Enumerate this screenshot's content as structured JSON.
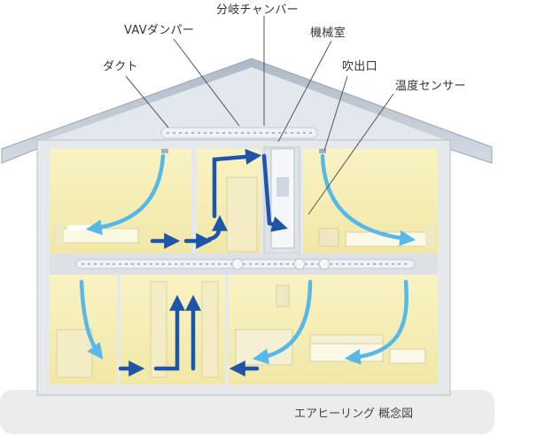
{
  "labels": {
    "duct": "ダクト",
    "vav_damper": "VAVダンパー",
    "branch_chamber": "分岐チャンバー",
    "machine_room": "機械室",
    "outlet": "吹出口",
    "temp_sensor": "温度センサー"
  },
  "caption": "エアヒーリング 概念図",
  "colors": {
    "roof": "#c3ccd6",
    "wall": "#e9ecef",
    "room": "#f7f0b8",
    "floor_band": "#dde1e6",
    "duct": "#ecf0f4",
    "arrow_light": "#57b8ea",
    "arrow_dark": "#1f55a8",
    "ground": "#ececec",
    "leader": "#555555"
  },
  "icons": [
    "bed-icon",
    "sofa-icon",
    "kitchen-icon",
    "duct-outlet-icon"
  ]
}
